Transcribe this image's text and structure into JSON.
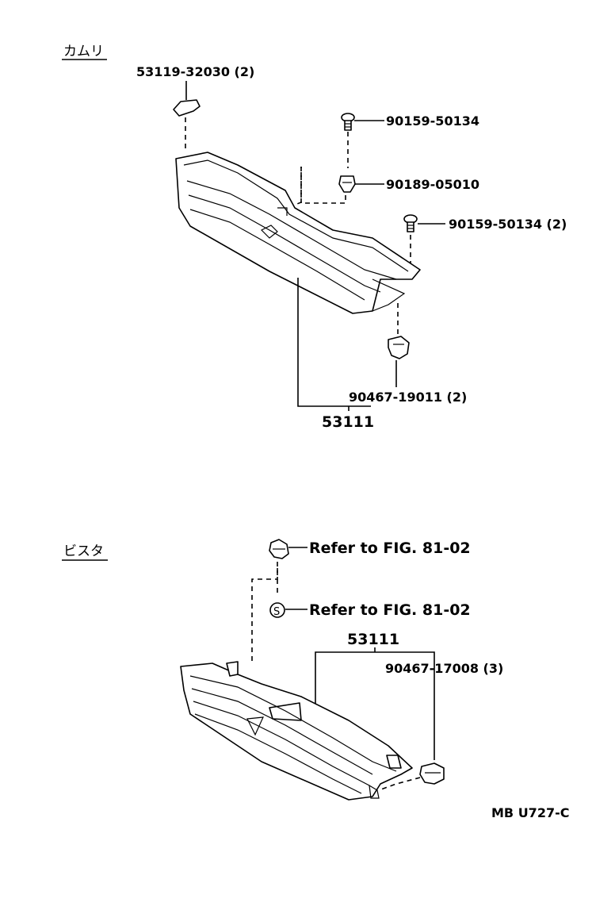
{
  "sections": {
    "camry": {
      "title": "カムリ"
    },
    "vista": {
      "title": "ビスタ"
    }
  },
  "camry_parts": {
    "p1": "53119-32030 (2)",
    "p2": "90159-50134",
    "p3": "90189-05010",
    "p4": "90159-50134 (2)",
    "p5": "90467-19011 (2)",
    "main": "53111"
  },
  "vista_parts": {
    "ref1": "Refer to FIG. 81-02",
    "ref2": "Refer to FIG. 81-02",
    "main": "53111",
    "clip": "90467-17008 (3)",
    "s_mark": "S"
  },
  "code": "MB U727-C"
}
